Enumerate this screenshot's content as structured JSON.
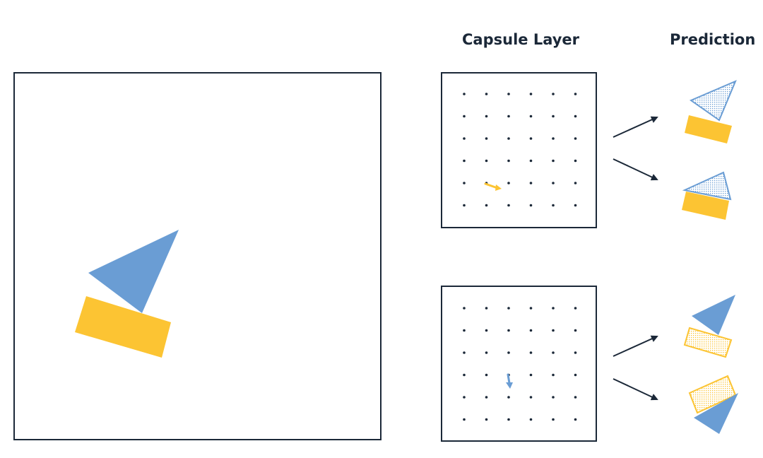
{
  "headers": {
    "capsule_layer": "Capsule Layer",
    "prediction": "Prediction"
  },
  "colors": {
    "frame": "#1b2838",
    "dot": "#1b2838",
    "arrow": "#1b2838",
    "triangle_blue": "#6a9dd4",
    "rectangle_yellow": "#fcc433",
    "text": "#1b2838"
  },
  "capsule_grid": {
    "rows": 6,
    "cols": 6
  },
  "capsules": [
    {
      "name": "rectangle-capsule",
      "active_color": "rectangle_yellow",
      "predictions": [
        "boat-upright-prediction",
        "boat-level-prediction"
      ]
    },
    {
      "name": "triangle-capsule",
      "active_color": "triangle_blue",
      "predictions": [
        "triangle-above-prediction",
        "triangle-below-prediction"
      ]
    }
  ]
}
